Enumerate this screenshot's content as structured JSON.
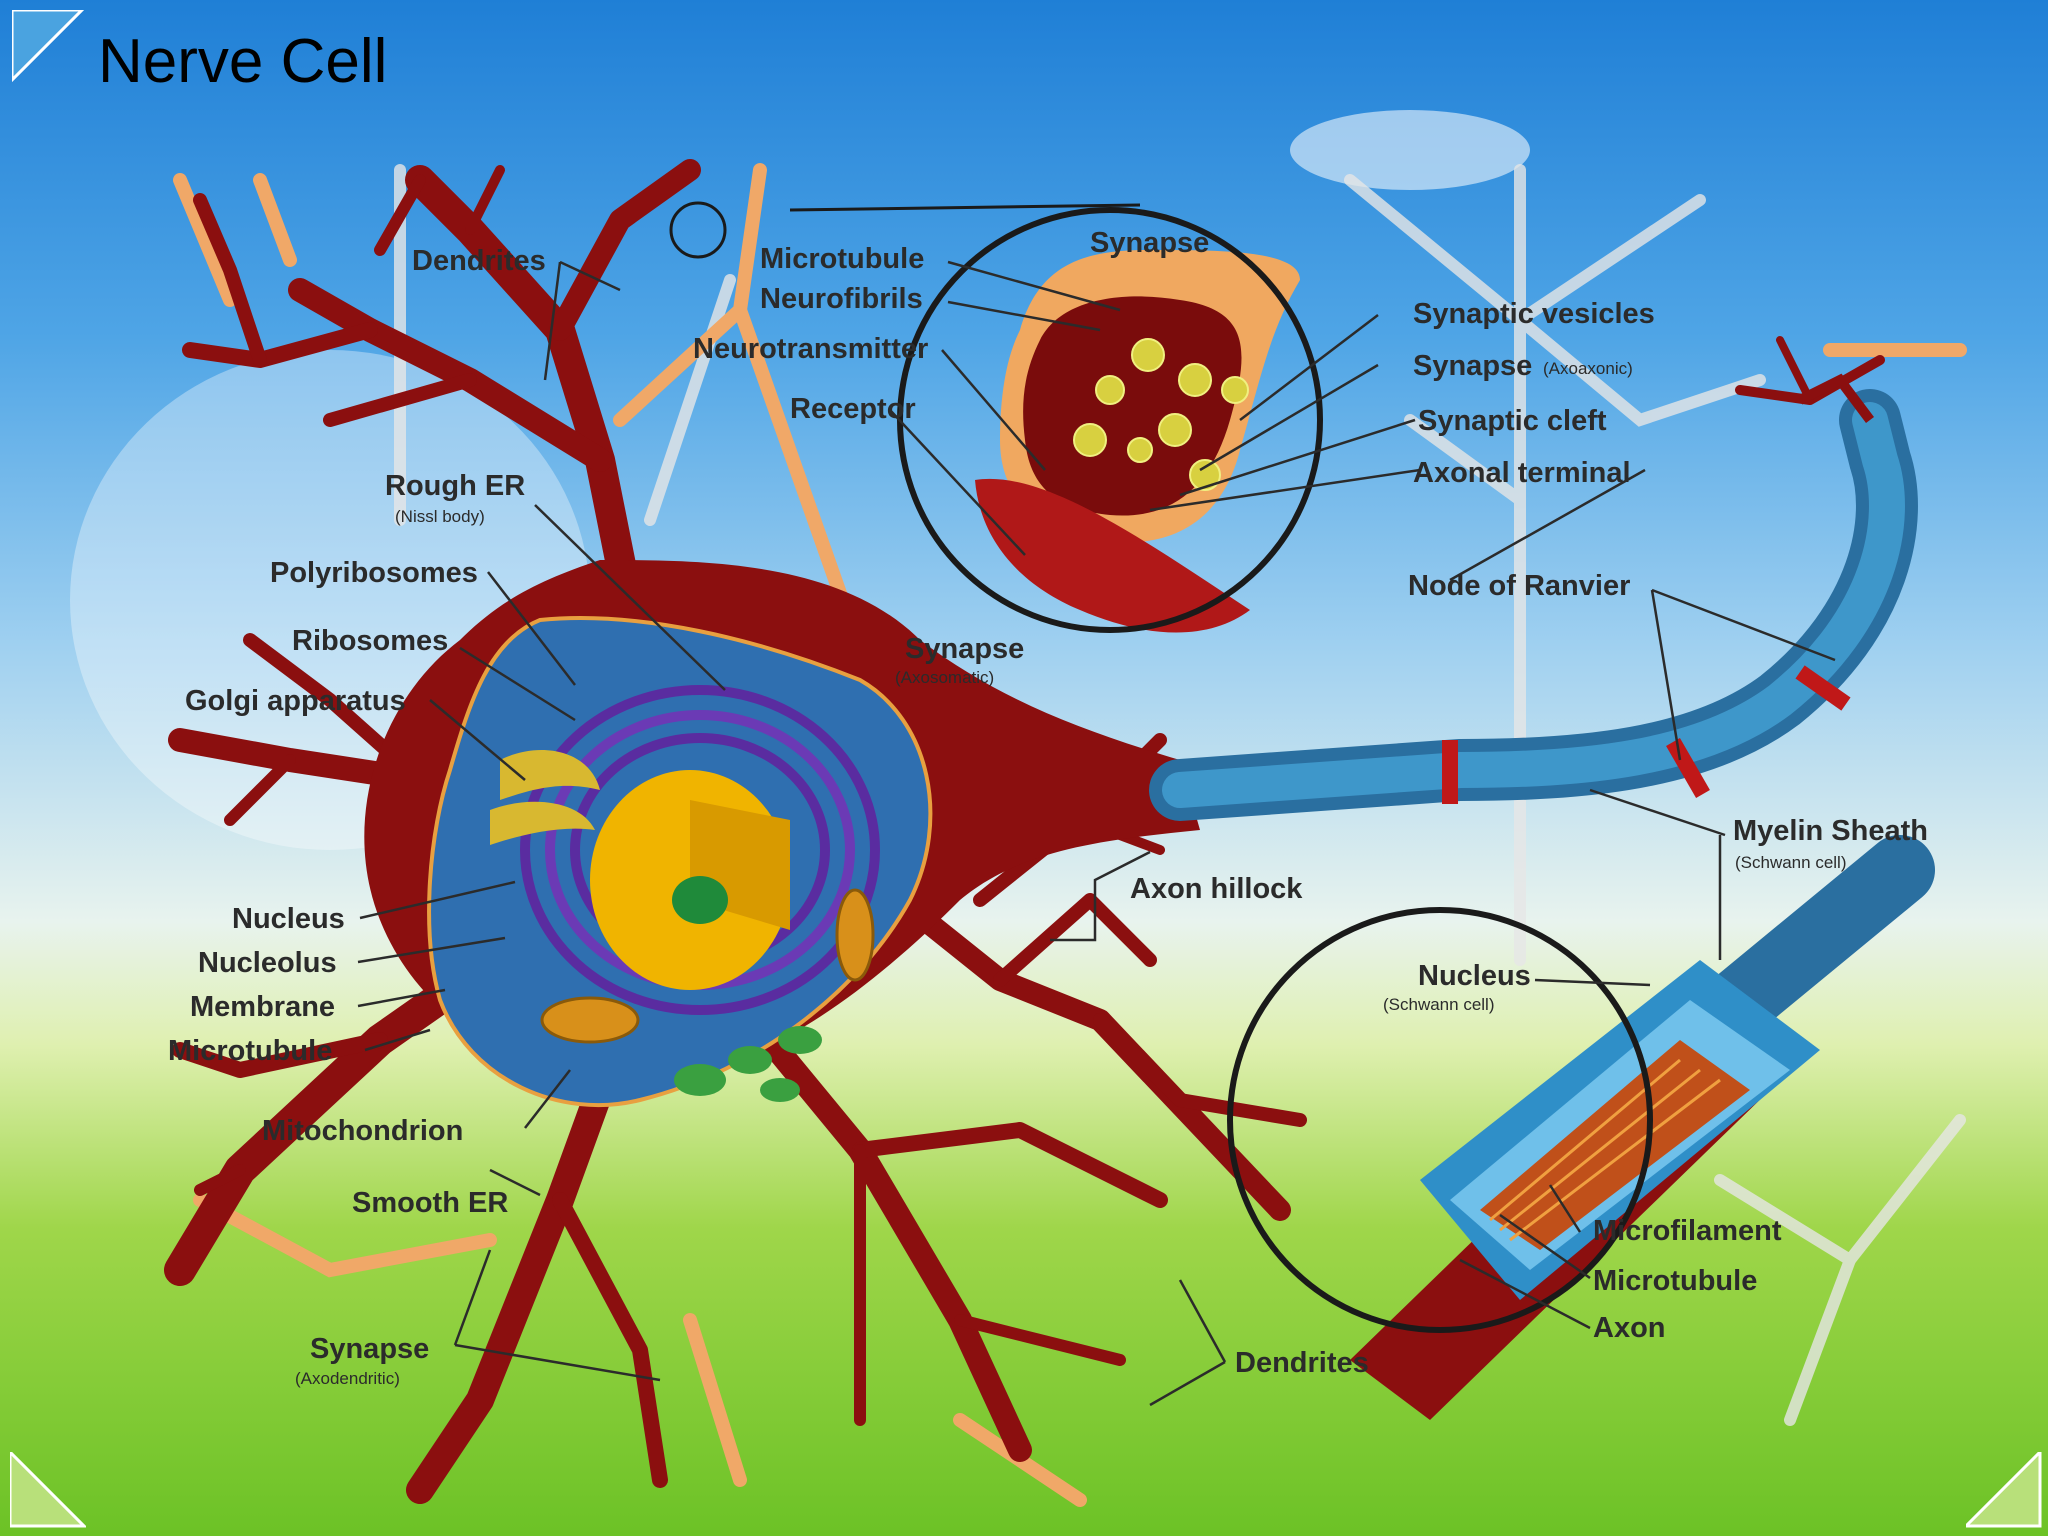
{
  "slide": {
    "title": "Nerve Cell"
  },
  "labels": {
    "dendrites_top": "Dendrites",
    "microtubule_top": "Microtubule",
    "neurofibrils": "Neurofibrils",
    "neurotransmitter": "Neurotransmitter",
    "receptor": "Receptor",
    "synapse_zoom": "Synapse",
    "synaptic_vesicles": "Synaptic vesicles",
    "synapse_axoaxonic": "Synapse",
    "synapse_axoaxonic_sub": "(Axoaxonic)",
    "synaptic_cleft": "Synaptic cleft",
    "axonal_terminal": "Axonal terminal",
    "node_of_ranvier": "Node of Ranvier",
    "rough_er": "Rough ER",
    "rough_er_sub": "(Nissl body)",
    "polyribosomes": "Polyribosomes",
    "ribosomes": "Ribosomes",
    "golgi": "Golgi apparatus",
    "synapse_axosomatic": "Synapse",
    "synapse_axosomatic_sub": "(Axosomatic)",
    "myelin_sheath": "Myelin Sheath",
    "myelin_sheath_sub": "(Schwann cell)",
    "axon_hillock": "Axon hillock",
    "nucleus": "Nucleus",
    "nucleolus": "Nucleolus",
    "membrane": "Membrane",
    "microtubule_left": "Microtubule",
    "nucleus_schwann": "Nucleus",
    "nucleus_schwann_sub": "(Schwann cell)",
    "mitochondrion": "Mitochondrion",
    "smooth_er": "Smooth ER",
    "synapse_axodendritic": "Synapse",
    "synapse_axodendritic_sub": "(Axodendritic)",
    "microfilament": "Microfilament",
    "microtubule_axon": "Microtubule",
    "axon": "Axon",
    "dendrites_bottom": "Dendrites"
  },
  "colors": {
    "cell_body": "#8b0f0f",
    "nucleus_region": "#2f6fb0",
    "er": "#5a2ca0",
    "nucleus": "#f0b400",
    "nucleolus": "#1f8a3a",
    "myelin": "#2f8fc8",
    "synapse_terminal": "#f0a860"
  }
}
